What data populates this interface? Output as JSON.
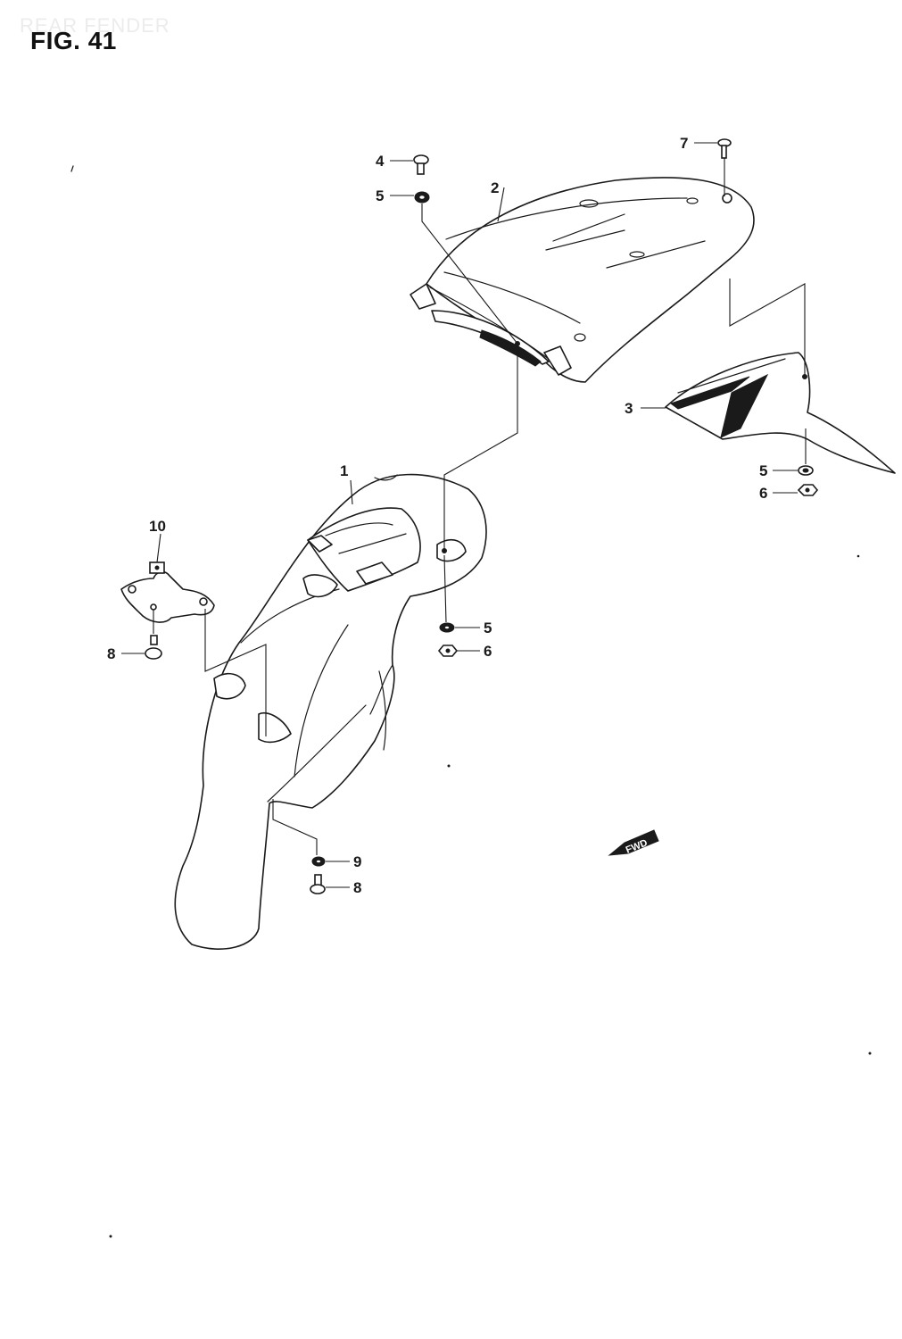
{
  "watermark": "REAR FENDER",
  "title": "FIG. 41",
  "fwd_label": "FWD",
  "callouts": {
    "c1": "1",
    "c2": "2",
    "c3": "3",
    "c4": "4",
    "c5a": "5",
    "c5b": "5",
    "c5c": "5",
    "c6a": "6",
    "c6b": "6",
    "c7": "7",
    "c8a": "8",
    "c8b": "8",
    "c9": "9",
    "c10": "10"
  }
}
